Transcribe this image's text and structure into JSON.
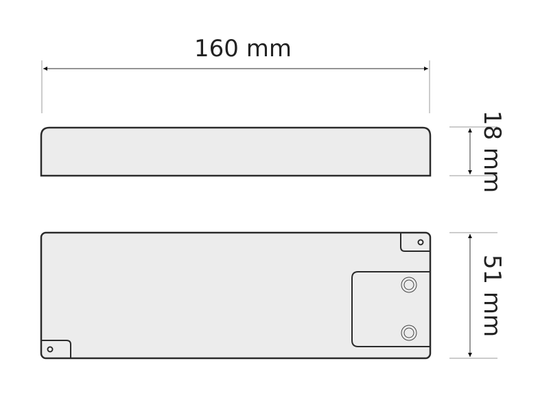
{
  "dimensions": {
    "length": "160 mm",
    "height": "18 mm",
    "width": "51 mm"
  },
  "colors": {
    "outline": "#2a2a2a",
    "fill": "#ececec",
    "dimension_line": "#555555"
  }
}
